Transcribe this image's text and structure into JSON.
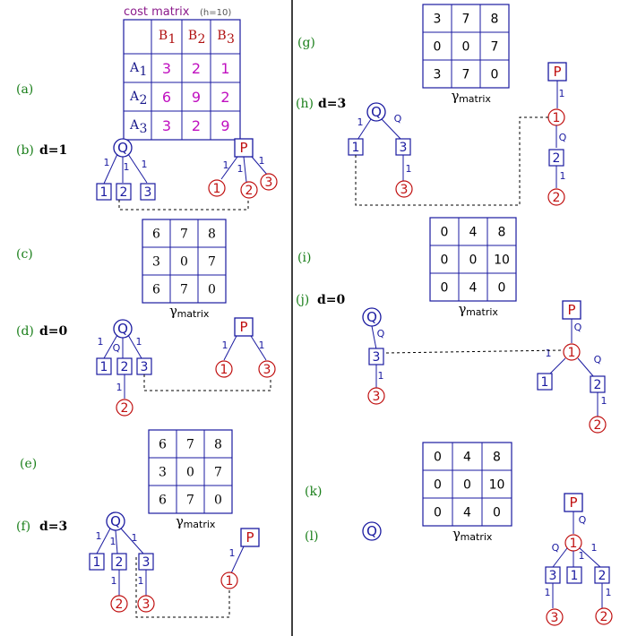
{
  "step_labels": {
    "a": "(a)",
    "b": "(b)",
    "c": "(c)",
    "d": "(d)",
    "e": "(e)",
    "f": "(f)",
    "g": "(g)",
    "h": "(h)",
    "i": "(i)",
    "j": "(j)",
    "k": "(k)",
    "l": "(l)"
  },
  "depth_labels": {
    "b": "d=1",
    "d": "d=0",
    "f": "d=3",
    "h": "d=3",
    "j": "d=0"
  },
  "cost_matrix": {
    "title": "cost matrix",
    "h_note": "(h=10)",
    "col_letter": "B",
    "row_letter": "A",
    "subs": [
      "1",
      "2",
      "3"
    ],
    "rows": [
      [
        "3",
        "2",
        "1"
      ],
      [
        "6",
        "9",
        "2"
      ],
      [
        "3",
        "2",
        "9"
      ]
    ]
  },
  "gamma": {
    "label": "γ",
    "sub": "matrix",
    "c": [
      [
        "6",
        "7",
        "8"
      ],
      [
        "3",
        "0",
        "7"
      ],
      [
        "6",
        "7",
        "0"
      ]
    ],
    "e": [
      [
        "6",
        "7",
        "8"
      ],
      [
        "3",
        "0",
        "7"
      ],
      [
        "6",
        "7",
        "0"
      ]
    ],
    "g": [
      [
        "3",
        "7",
        "8"
      ],
      [
        "0",
        "0",
        "7"
      ],
      [
        "3",
        "7",
        "0"
      ]
    ],
    "i": [
      [
        "0",
        "4",
        "8"
      ],
      [
        "0",
        "0",
        "10"
      ],
      [
        "0",
        "4",
        "0"
      ]
    ],
    "k": [
      [
        "0",
        "4",
        "8"
      ],
      [
        "0",
        "0",
        "10"
      ],
      [
        "0",
        "4",
        "0"
      ]
    ]
  },
  "node_labels": {
    "q": "Q",
    "p": "P"
  },
  "colors": {
    "step": "#1a7f1a",
    "blue_node": "#1a1aa0",
    "red_node": "#c01010",
    "cost_value": "#c010c0",
    "cost_title": "#8b1a8b",
    "divider": "#000000"
  }
}
